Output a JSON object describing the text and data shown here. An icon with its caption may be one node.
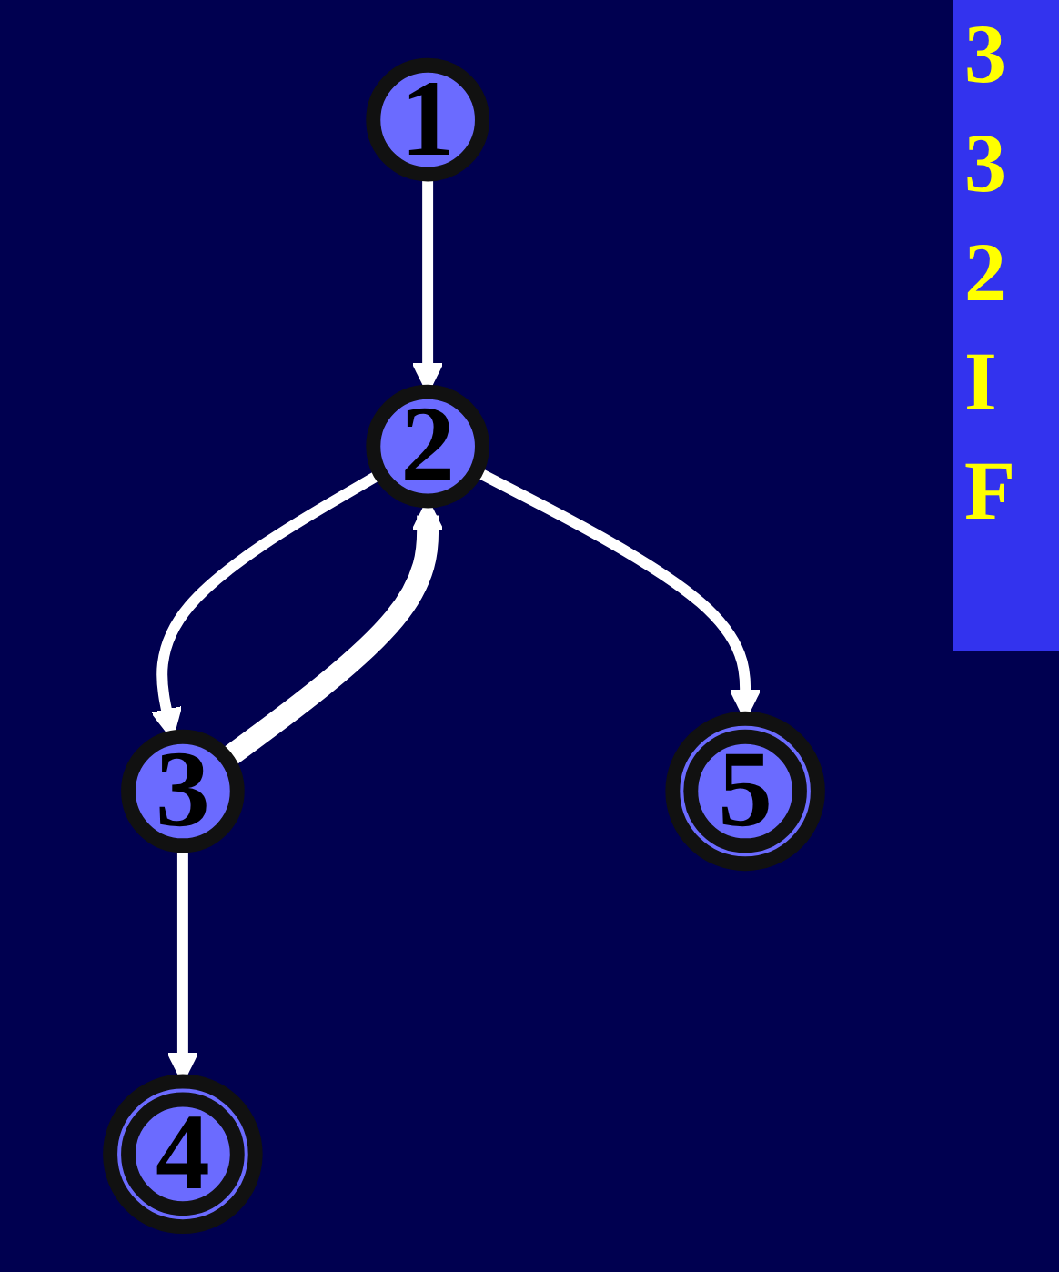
{
  "diagram": {
    "nodes": [
      {
        "text": [
          "1"
        ]
      },
      {
        "text": [
          "2"
        ]
      },
      {
        "text": [
          "3"
        ]
      },
      {
        "text": [
          "5"
        ]
      },
      {
        "text": [
          "4"
        ]
      }
    ],
    "edges": [
      {
        "from": 0,
        "to": 1,
        "arrow": "to"
      },
      {
        "from": 1,
        "to": 2,
        "arrow": "to"
      },
      {
        "from": 2,
        "to": 1,
        "arrow": "to",
        "style": "thick"
      },
      {
        "from": 1,
        "to": 3,
        "arrow": "to"
      },
      {
        "from": 2,
        "to": 4,
        "arrow": "to"
      }
    ],
    "labels": [
      "3",
      "3",
      "2",
      "I",
      "F"
    ]
  }
}
